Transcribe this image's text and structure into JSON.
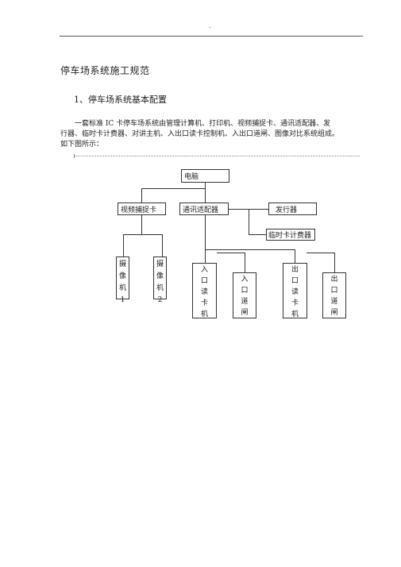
{
  "header": {
    "mark": "-"
  },
  "document": {
    "title": "停车场系统施工规范",
    "section_heading": "1、停车场系统基本配置",
    "paragraph_lines": [
      "一套标准 IC 卡停车场系统由管理计算机、打印机、视频捕捉卡、通讯适配器、发",
      "行器、临时卡计费器、对讲主机、入出口读卡控制机、入出口道闸、图像对比系统组成。",
      "如下图所示："
    ]
  },
  "diagram": {
    "computer": "电脑",
    "capture_card": "视频捕捉卡",
    "comm_adapter": "通讯适配器",
    "issuer": "发行器",
    "temp_card_billing": "临时卡计费器",
    "camera1": [
      "摄",
      "像",
      "机",
      "1"
    ],
    "camera2": [
      "摄",
      "像",
      "机",
      "2"
    ],
    "entry_reader": [
      "入",
      "口",
      "读",
      "卡",
      "机"
    ],
    "entry_gate": [
      "入",
      "口",
      "道",
      "闸"
    ],
    "exit_reader": [
      "出",
      "口",
      "读",
      "卡",
      "机"
    ],
    "exit_gate": [
      "出",
      "口",
      "道",
      "闸"
    ]
  }
}
